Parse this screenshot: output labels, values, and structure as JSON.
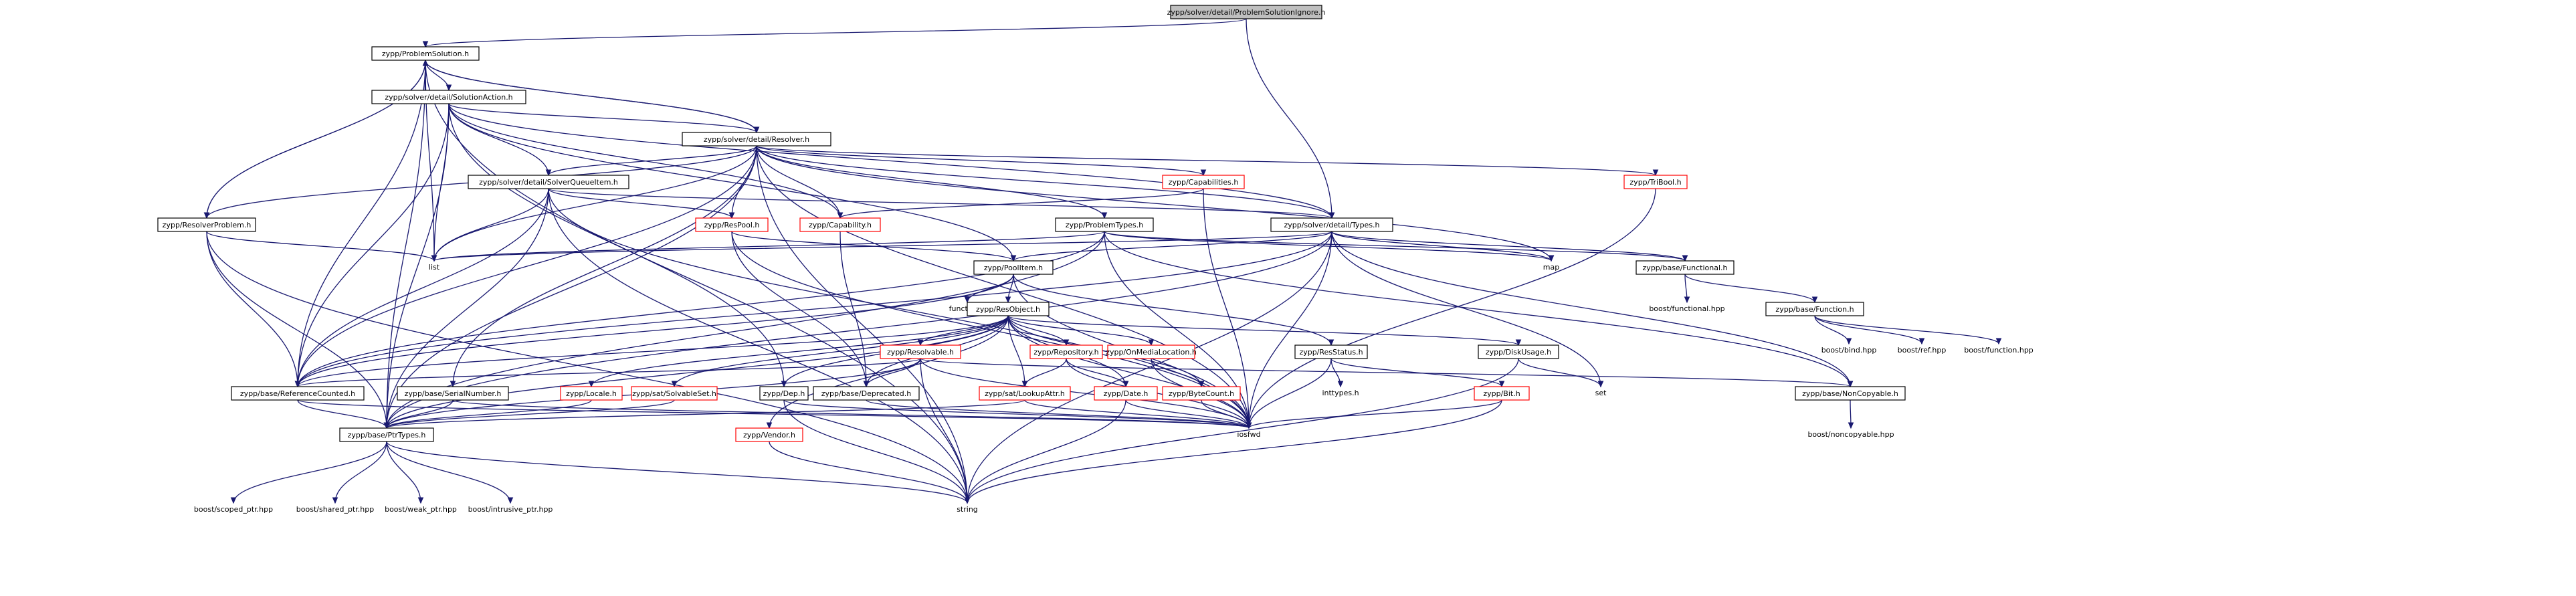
{
  "diagram": {
    "kind": "include-dependency-graph",
    "colors": {
      "edge": "#191970",
      "normal_border": "#000000",
      "truncated_border": "#ff0000",
      "root_fill": "#bfbfbf",
      "fill": "#ffffff",
      "external_text": "#000000"
    },
    "nodes": [
      {
        "id": "root",
        "label": "zypp/solver/detail/ProblemSolutionIgnore.h",
        "style": "root"
      },
      {
        "id": "ps",
        "label": "zypp/ProblemSolution.h",
        "style": "normal"
      },
      {
        "id": "sa",
        "label": "zypp/solver/detail/SolutionAction.h",
        "style": "normal"
      },
      {
        "id": "resolver",
        "label": "zypp/solver/detail/Resolver.h",
        "style": "normal"
      },
      {
        "id": "sqi",
        "label": "zypp/solver/detail/SolverQueueItem.h",
        "style": "normal"
      },
      {
        "id": "rp",
        "label": "zypp/ResolverProblem.h",
        "style": "normal"
      },
      {
        "id": "caps",
        "label": "zypp/Capabilities.h",
        "style": "truncated"
      },
      {
        "id": "tribool",
        "label": "zypp/TriBool.h",
        "style": "truncated"
      },
      {
        "id": "respool",
        "label": "zypp/ResPool.h",
        "style": "truncated"
      },
      {
        "id": "capability",
        "label": "zypp/Capability.h",
        "style": "truncated"
      },
      {
        "id": "probtypes",
        "label": "zypp/ProblemTypes.h",
        "style": "normal"
      },
      {
        "id": "types",
        "label": "zypp/solver/detail/Types.h",
        "style": "normal"
      },
      {
        "id": "list",
        "label": "list",
        "style": "external"
      },
      {
        "id": "map",
        "label": "map",
        "style": "external"
      },
      {
        "id": "poolitem",
        "label": "zypp/PoolItem.h",
        "style": "normal"
      },
      {
        "id": "functional_h",
        "label": "zypp/base/Functional.h",
        "style": "normal"
      },
      {
        "id": "functional",
        "label": "functional",
        "style": "external"
      },
      {
        "id": "bfunctional",
        "label": "boost/functional.hpp",
        "style": "external"
      },
      {
        "id": "bfunction_h",
        "label": "zypp/base/Function.h",
        "style": "normal"
      },
      {
        "id": "bbind",
        "label": "boost/bind.hpp",
        "style": "external"
      },
      {
        "id": "bref",
        "label": "boost/ref.hpp",
        "style": "external"
      },
      {
        "id": "bfunction",
        "label": "boost/function.hpp",
        "style": "external"
      },
      {
        "id": "resobject",
        "label": "zypp/ResObject.h",
        "style": "normal"
      },
      {
        "id": "resolvable",
        "label": "zypp/Resolvable.h",
        "style": "truncated"
      },
      {
        "id": "repository",
        "label": "zypp/Repository.h",
        "style": "truncated"
      },
      {
        "id": "onmedia",
        "label": "zypp/OnMediaLocation.h",
        "style": "truncated"
      },
      {
        "id": "resstatus",
        "label": "zypp/ResStatus.h",
        "style": "normal"
      },
      {
        "id": "diskusage",
        "label": "zypp/DiskUsage.h",
        "style": "normal"
      },
      {
        "id": "set",
        "label": "set",
        "style": "external"
      },
      {
        "id": "inttypes",
        "label": "inttypes.h",
        "style": "external"
      },
      {
        "id": "bit",
        "label": "zypp/Bit.h",
        "style": "truncated"
      },
      {
        "id": "bytecount",
        "label": "zypp/ByteCount.h",
        "style": "truncated"
      },
      {
        "id": "date",
        "label": "zypp/Date.h",
        "style": "truncated"
      },
      {
        "id": "lookupattr",
        "label": "zypp/sat/LookupAttr.h",
        "style": "truncated"
      },
      {
        "id": "deprecated",
        "label": "zypp/base/Deprecated.h",
        "style": "normal"
      },
      {
        "id": "refcounted",
        "label": "zypp/base/ReferenceCounted.h",
        "style": "normal"
      },
      {
        "id": "serial",
        "label": "zypp/base/SerialNumber.h",
        "style": "normal"
      },
      {
        "id": "locale",
        "label": "zypp/Locale.h",
        "style": "truncated"
      },
      {
        "id": "solvableset",
        "label": "zypp/sat/SolvableSet.h",
        "style": "truncated"
      },
      {
        "id": "dep",
        "label": "zypp/Dep.h",
        "style": "normal"
      },
      {
        "id": "noncopyable",
        "label": "zypp/base/NonCopyable.h",
        "style": "normal"
      },
      {
        "id": "bnoncopyable",
        "label": "boost/noncopyable.hpp",
        "style": "external"
      },
      {
        "id": "iosfwd",
        "label": "iosfwd",
        "style": "external"
      },
      {
        "id": "vendor",
        "label": "zypp/Vendor.h",
        "style": "truncated"
      },
      {
        "id": "ptrtypes",
        "label": "zypp/base/PtrTypes.h",
        "style": "normal"
      },
      {
        "id": "string",
        "label": "string",
        "style": "external"
      },
      {
        "id": "bscoped",
        "label": "boost/scoped_ptr.hpp",
        "style": "external"
      },
      {
        "id": "bshared",
        "label": "boost/shared_ptr.hpp",
        "style": "external"
      },
      {
        "id": "bweak",
        "label": "boost/weak_ptr.hpp",
        "style": "external"
      },
      {
        "id": "bintrusive",
        "label": "boost/intrusive_ptr.hpp",
        "style": "external"
      }
    ],
    "edges": [
      [
        "root",
        "ps"
      ],
      [
        "root",
        "types"
      ],
      [
        "ps",
        "sa"
      ],
      [
        "ps",
        "resolver"
      ],
      [
        "ps",
        "rp"
      ],
      [
        "ps",
        "list"
      ],
      [
        "ps",
        "string"
      ],
      [
        "ps",
        "refcounted"
      ],
      [
        "ps",
        "ptrtypes"
      ],
      [
        "sa",
        "resolver"
      ],
      [
        "sa",
        "sqi"
      ],
      [
        "sa",
        "capability"
      ],
      [
        "sa",
        "types"
      ],
      [
        "sa",
        "list"
      ],
      [
        "sa",
        "refcounted"
      ],
      [
        "sa",
        "ptrtypes"
      ],
      [
        "sa",
        "dep"
      ],
      [
        "sa",
        "poolitem"
      ],
      [
        "resolver",
        "ps"
      ],
      [
        "resolver",
        "sqi"
      ],
      [
        "resolver",
        "rp"
      ],
      [
        "resolver",
        "caps"
      ],
      [
        "resolver",
        "tribool"
      ],
      [
        "resolver",
        "respool"
      ],
      [
        "resolver",
        "capability"
      ],
      [
        "resolver",
        "probtypes"
      ],
      [
        "resolver",
        "types"
      ],
      [
        "resolver",
        "list"
      ],
      [
        "resolver",
        "map"
      ],
      [
        "resolver",
        "string"
      ],
      [
        "resolver",
        "iosfwd"
      ],
      [
        "resolver",
        "serial"
      ],
      [
        "resolver",
        "refcounted"
      ],
      [
        "resolver",
        "ptrtypes"
      ],
      [
        "sqi",
        "types"
      ],
      [
        "sqi",
        "list"
      ],
      [
        "sqi",
        "respool"
      ],
      [
        "sqi",
        "refcounted"
      ],
      [
        "sqi",
        "ptrtypes"
      ],
      [
        "sqi",
        "string"
      ],
      [
        "sqi",
        "iosfwd"
      ],
      [
        "rp",
        "ps"
      ],
      [
        "rp",
        "list"
      ],
      [
        "rp",
        "string"
      ],
      [
        "rp",
        "refcounted"
      ],
      [
        "rp",
        "ptrtypes"
      ],
      [
        "caps",
        "capability"
      ],
      [
        "caps",
        "iosfwd"
      ],
      [
        "tribool",
        "iosfwd"
      ],
      [
        "respool",
        "poolitem"
      ],
      [
        "respool",
        "deprecated"
      ],
      [
        "respool",
        "iosfwd"
      ],
      [
        "capability",
        "deprecated"
      ],
      [
        "probtypes",
        "list"
      ],
      [
        "probtypes",
        "map"
      ],
      [
        "probtypes",
        "refcounted"
      ],
      [
        "probtypes",
        "ptrtypes"
      ],
      [
        "probtypes",
        "functional_h"
      ],
      [
        "probtypes",
        "iosfwd"
      ],
      [
        "probtypes",
        "noncopyable"
      ],
      [
        "types",
        "list"
      ],
      [
        "types",
        "map"
      ],
      [
        "types",
        "set"
      ],
      [
        "types",
        "string"
      ],
      [
        "types",
        "iosfwd"
      ],
      [
        "types",
        "refcounted"
      ],
      [
        "types",
        "ptrtypes"
      ],
      [
        "types",
        "functional_h"
      ],
      [
        "types",
        "noncopyable"
      ],
      [
        "types",
        "poolitem"
      ],
      [
        "poolitem",
        "functional"
      ],
      [
        "poolitem",
        "resobject"
      ],
      [
        "poolitem",
        "resstatus"
      ],
      [
        "poolitem",
        "iosfwd"
      ],
      [
        "poolitem",
        "refcounted"
      ],
      [
        "functional_h",
        "bfunctional"
      ],
      [
        "functional_h",
        "bfunction_h"
      ],
      [
        "bfunction_h",
        "bbind"
      ],
      [
        "bfunction_h",
        "bref"
      ],
      [
        "bfunction_h",
        "bfunction"
      ],
      [
        "resobject",
        "resolvable"
      ],
      [
        "resobject",
        "repository"
      ],
      [
        "resobject",
        "onmedia"
      ],
      [
        "resobject",
        "diskusage"
      ],
      [
        "resobject",
        "bytecount"
      ],
      [
        "resobject",
        "date"
      ],
      [
        "resobject",
        "lookupattr"
      ],
      [
        "resobject",
        "deprecated"
      ],
      [
        "resobject",
        "locale"
      ],
      [
        "resobject",
        "solvableset"
      ],
      [
        "resobject",
        "dep"
      ],
      [
        "resobject",
        "vendor"
      ],
      [
        "resobject",
        "iosfwd"
      ],
      [
        "resobject",
        "refcounted"
      ],
      [
        "resobject",
        "ptrtypes"
      ],
      [
        "resolvable",
        "noncopyable"
      ],
      [
        "resolvable",
        "deprecated"
      ],
      [
        "resolvable",
        "iosfwd"
      ],
      [
        "resolvable",
        "string"
      ],
      [
        "resolvable",
        "refcounted"
      ],
      [
        "resolvable",
        "ptrtypes"
      ],
      [
        "repository",
        "lookupattr"
      ],
      [
        "repository",
        "date"
      ],
      [
        "repository",
        "iosfwd"
      ],
      [
        "onmedia",
        "bytecount"
      ],
      [
        "onmedia",
        "iosfwd"
      ],
      [
        "resstatus",
        "inttypes"
      ],
      [
        "resstatus",
        "bit"
      ],
      [
        "resstatus",
        "iosfwd"
      ],
      [
        "diskusage",
        "set"
      ],
      [
        "diskusage",
        "string"
      ],
      [
        "bit",
        "iosfwd"
      ],
      [
        "bit",
        "string"
      ],
      [
        "bytecount",
        "iosfwd"
      ],
      [
        "date",
        "iosfwd"
      ],
      [
        "date",
        "string"
      ],
      [
        "lookupattr",
        "iosfwd"
      ],
      [
        "lookupattr",
        "ptrtypes"
      ],
      [
        "deprecated",
        "iosfwd"
      ],
      [
        "refcounted",
        "iosfwd"
      ],
      [
        "refcounted",
        "ptrtypes"
      ],
      [
        "serial",
        "iosfwd"
      ],
      [
        "serial",
        "ptrtypes"
      ],
      [
        "locale",
        "ptrtypes"
      ],
      [
        "solvableset",
        "ptrtypes"
      ],
      [
        "dep",
        "iosfwd"
      ],
      [
        "dep",
        "string"
      ],
      [
        "noncopyable",
        "bnoncopyable"
      ],
      [
        "vendor",
        "string"
      ],
      [
        "ptrtypes",
        "string"
      ],
      [
        "ptrtypes",
        "bscoped"
      ],
      [
        "ptrtypes",
        "bshared"
      ],
      [
        "ptrtypes",
        "bweak"
      ],
      [
        "ptrtypes",
        "bintrusive"
      ]
    ]
  }
}
